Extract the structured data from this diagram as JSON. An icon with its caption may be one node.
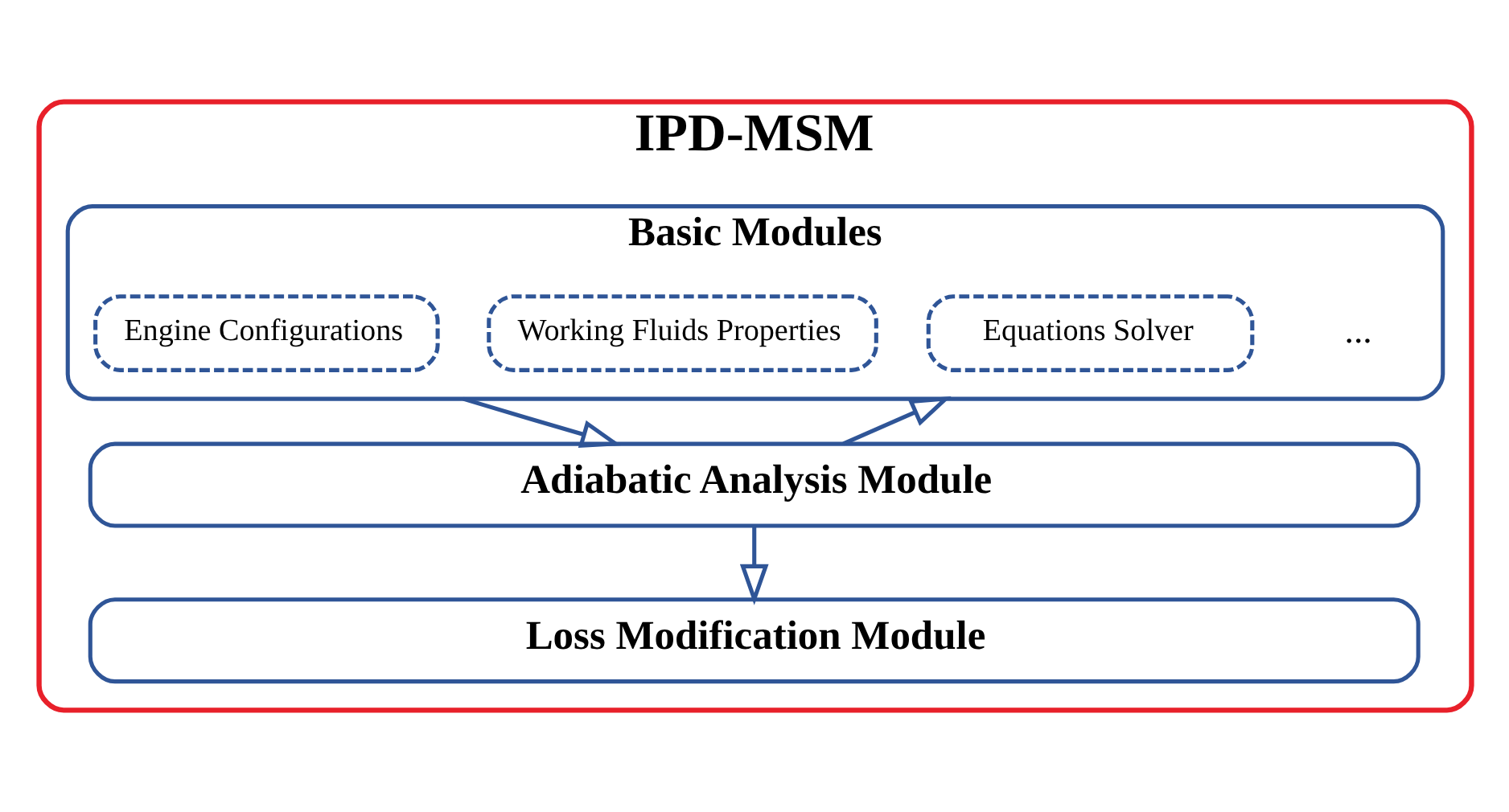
{
  "diagram": {
    "nodes": [
      {
        "text": [
          "IPD-MSM"
        ]
      },
      {
        "text": [
          "Basic Modules"
        ],
        "in": 0
      },
      {
        "text": [
          "Engine Configurations"
        ],
        "in": 1
      },
      {
        "text": [
          "Working Fluids Properties"
        ],
        "in": 1
      },
      {
        "text": [
          "Equations Solver"
        ],
        "in": 1
      },
      {
        "text": [
          "Adiabatic Analysis Module"
        ],
        "in": 0
      },
      {
        "text": [
          "Loss Modification Module"
        ],
        "in": 0
      }
    ],
    "edges": [
      {
        "from": 1,
        "to": 5,
        "arrow": "to"
      },
      {
        "from": 5,
        "to": 1,
        "arrow": "to"
      },
      {
        "from": 5,
        "to": 6,
        "arrow": "to"
      }
    ],
    "labels": [
      "..."
    ]
  }
}
